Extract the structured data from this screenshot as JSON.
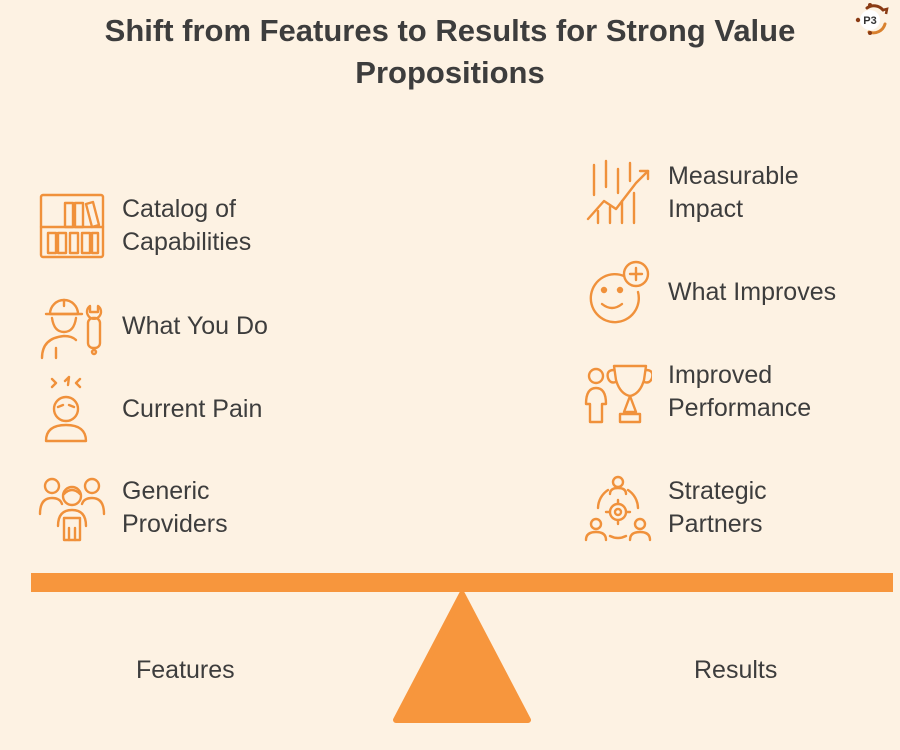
{
  "title": "Shift from Features to Results for Strong Value Propositions",
  "logo": {
    "text": "P3"
  },
  "features": {
    "label": "Features",
    "items": [
      {
        "label": "Catalog of Capabilities",
        "icon": "bookshelf-icon"
      },
      {
        "label": "What You Do",
        "icon": "worker-wrench-icon"
      },
      {
        "label": "Current Pain",
        "icon": "stressed-person-icon"
      },
      {
        "label": "Generic Providers",
        "icon": "group-people-icon"
      }
    ]
  },
  "results": {
    "label": "Results",
    "items": [
      {
        "label": "Measurable Impact",
        "icon": "growth-chart-icon"
      },
      {
        "label": "What Improves",
        "icon": "smiley-plus-icon"
      },
      {
        "label": "Improved Performance",
        "icon": "person-trophy-icon"
      },
      {
        "label": "Strategic Partners",
        "icon": "partners-gear-icon"
      }
    ]
  },
  "colors": {
    "accent": "#f7963d",
    "background": "#fdf2e3",
    "text": "#3d3d3d"
  }
}
